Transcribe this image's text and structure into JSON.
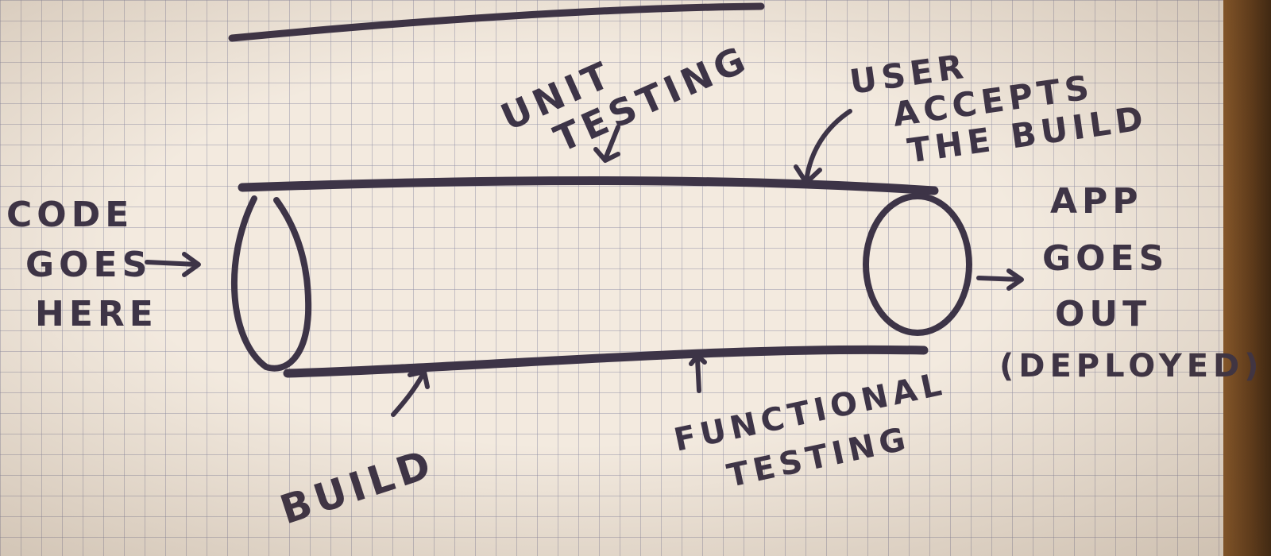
{
  "diagram": {
    "labels": {
      "unit_testing_line1": "UNIT",
      "unit_testing_line2": "TESTING",
      "user_accepts_line1": "USER",
      "user_accepts_line2": "ACCEPTS",
      "user_accepts_line3": "THE BUILD",
      "code_goes_line1": "CODE",
      "code_goes_line2": "GOES",
      "code_goes_line3": "HERE",
      "app_goes_line1": "APP",
      "app_goes_line2": "GOES",
      "app_goes_line3": "OUT",
      "app_goes_line4": "(DEPLOYED)",
      "build": "BUILD",
      "functional_line1": "FUNCTIONAL",
      "functional_line2": "TESTING"
    },
    "ink_color": "#3d3447",
    "paper_color": "#f3eadf"
  }
}
